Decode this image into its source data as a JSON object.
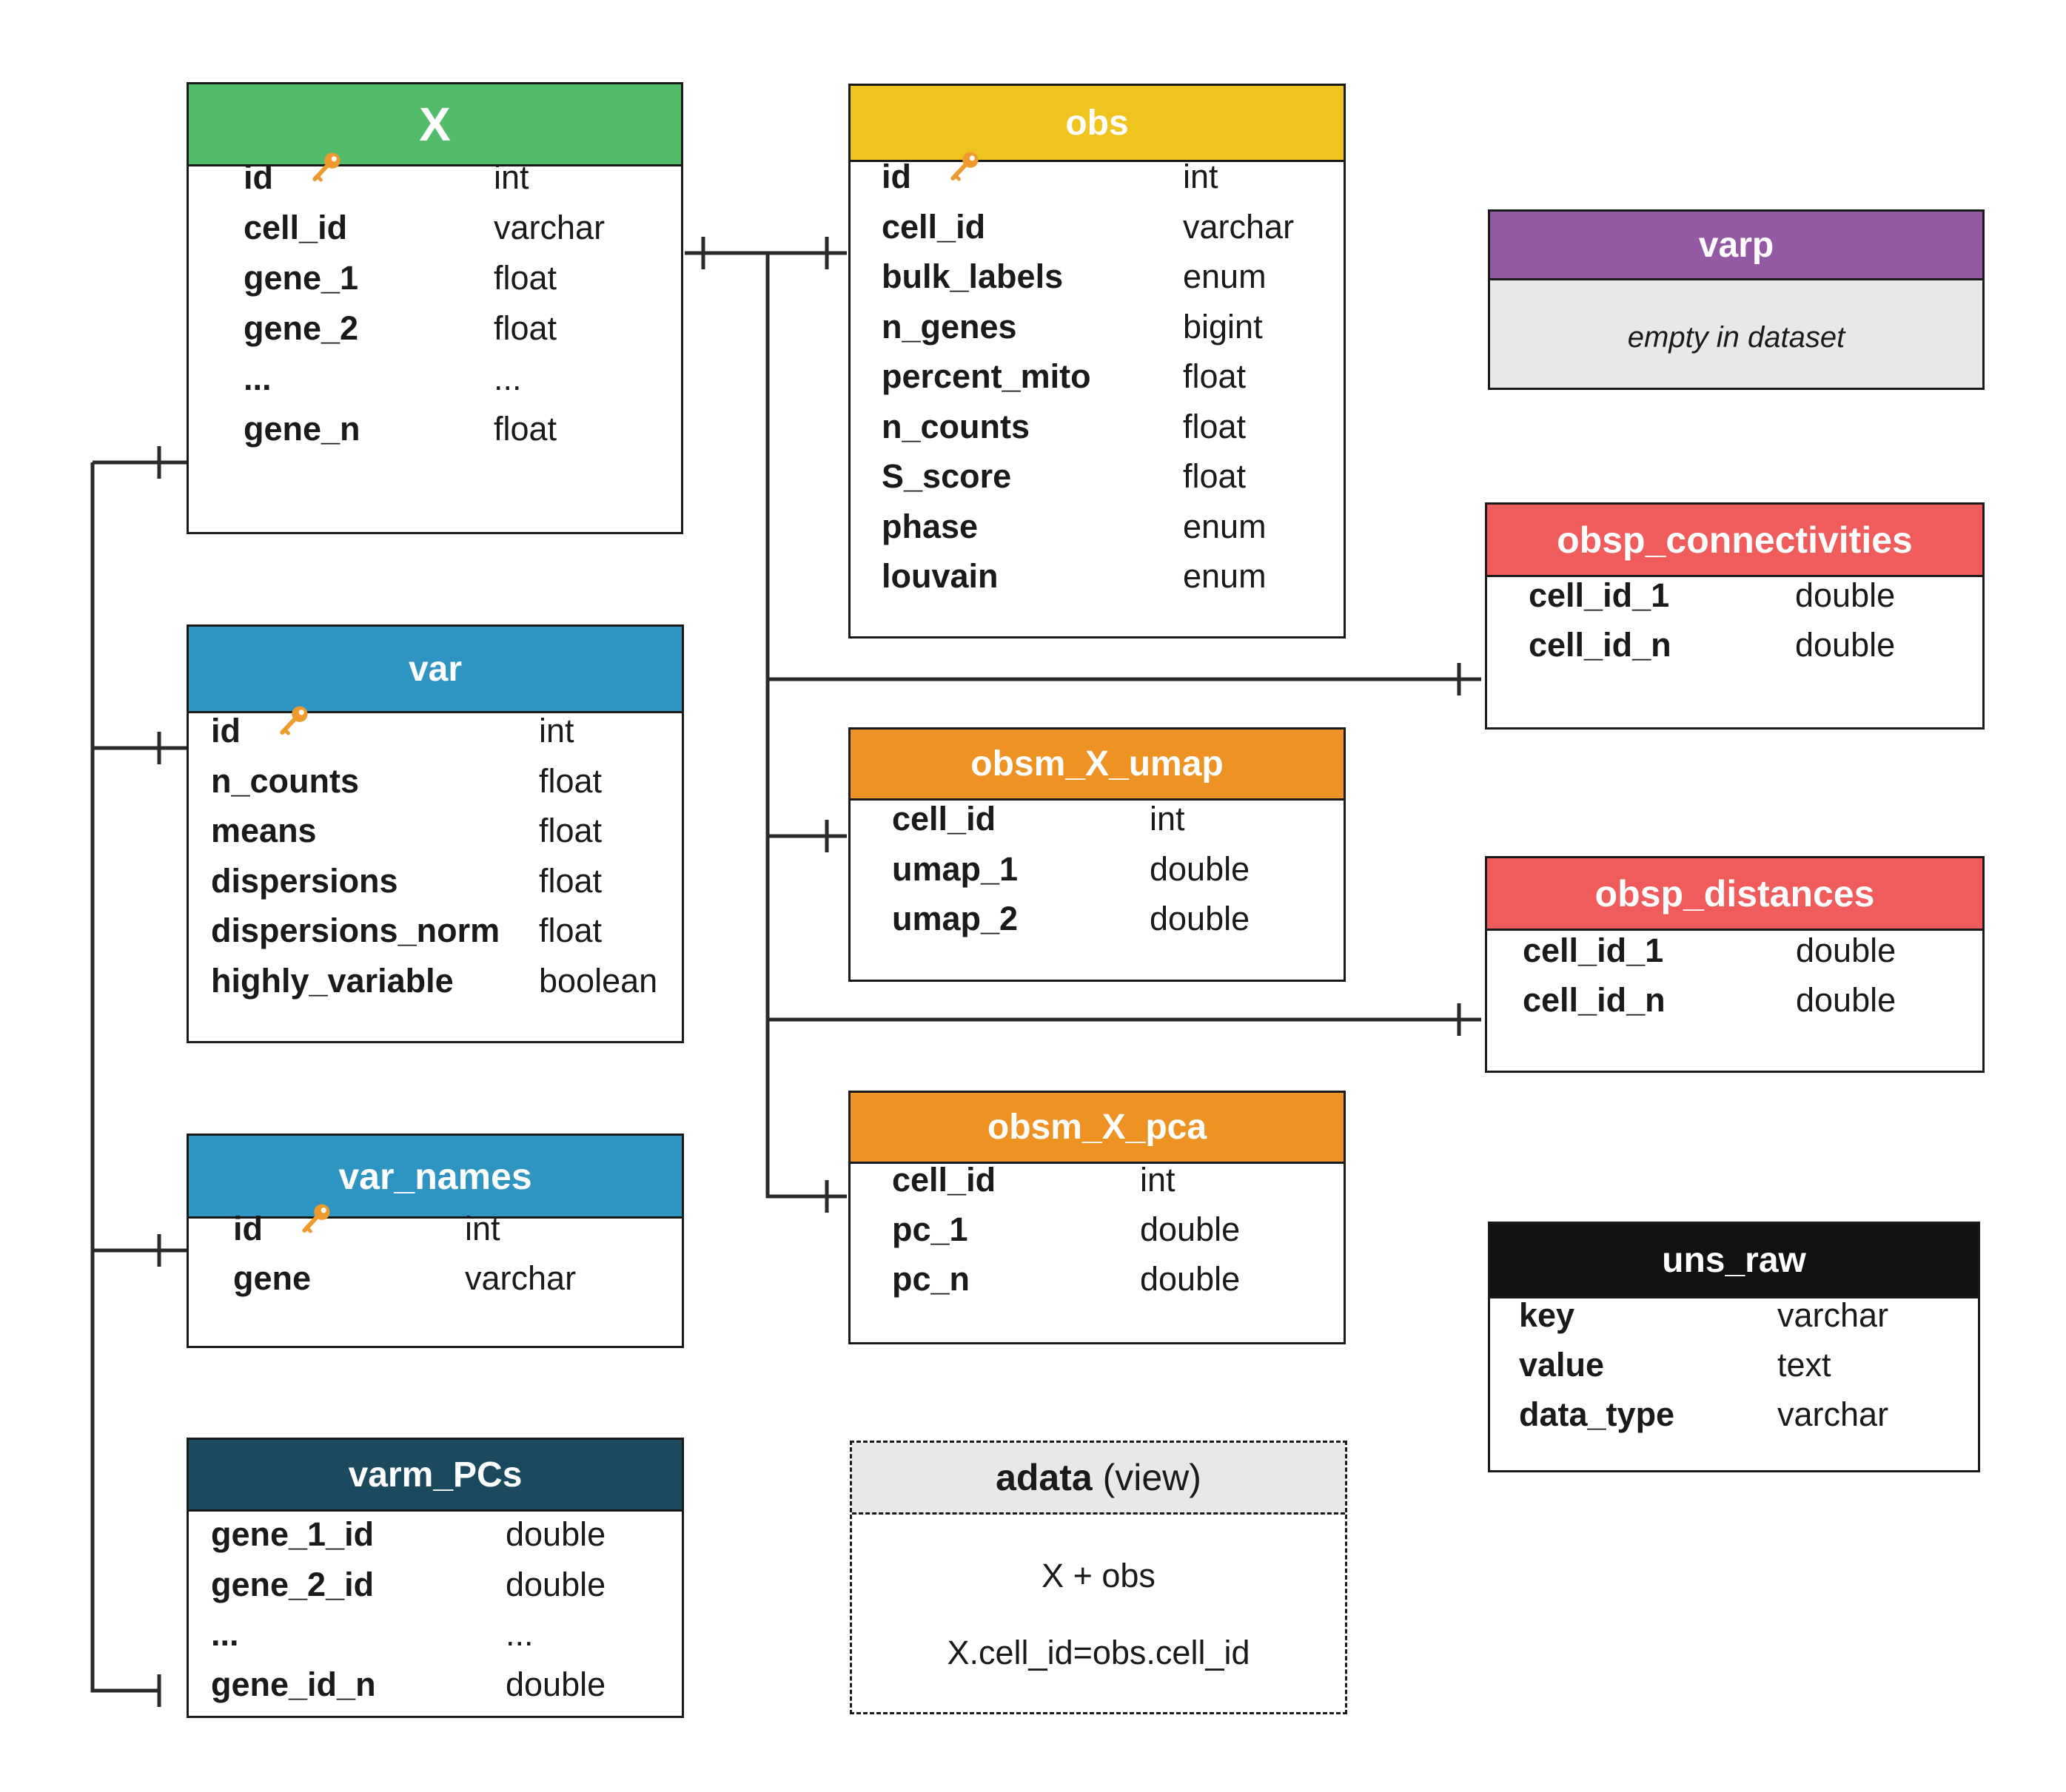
{
  "tables": {
    "X": {
      "title": "X",
      "color": "#52bc6b",
      "fields": [
        {
          "name": "id",
          "type": "int",
          "key": true
        },
        {
          "name": "cell_id",
          "type": "varchar"
        },
        {
          "name": "gene_1",
          "type": "float"
        },
        {
          "name": "gene_2",
          "type": "float"
        },
        {
          "name": "...",
          "type": "..."
        },
        {
          "name": "gene_n",
          "type": "float"
        }
      ]
    },
    "obs": {
      "title": "obs",
      "color": "#f0c41f",
      "fields": [
        {
          "name": "id",
          "type": "int",
          "key": true
        },
        {
          "name": "cell_id",
          "type": "varchar"
        },
        {
          "name": "bulk_labels",
          "type": "enum"
        },
        {
          "name": "n_genes",
          "type": "bigint"
        },
        {
          "name": "percent_mito",
          "type": "float"
        },
        {
          "name": "n_counts",
          "type": "float"
        },
        {
          "name": "S_score",
          "type": "float"
        },
        {
          "name": "phase",
          "type": "enum"
        },
        {
          "name": "louvain",
          "type": "enum"
        }
      ]
    },
    "varp": {
      "title": "varp",
      "color": "#9459a3",
      "note": "empty in dataset"
    },
    "obsp_connectivities": {
      "title": "obsp_connectivities",
      "color": "#f05c5c",
      "fields": [
        {
          "name": "cell_id_1",
          "type": "double"
        },
        {
          "name": "cell_id_n",
          "type": "double"
        }
      ]
    },
    "var": {
      "title": "var",
      "color": "#2e94c2",
      "fields": [
        {
          "name": "id",
          "type": "int",
          "key": true
        },
        {
          "name": "n_counts",
          "type": "float"
        },
        {
          "name": "means",
          "type": "float"
        },
        {
          "name": "dispersions",
          "type": "float"
        },
        {
          "name": "dispersions_norm",
          "type": "float"
        },
        {
          "name": "highly_variable",
          "type": "boolean"
        }
      ]
    },
    "obsm_X_umap": {
      "title": "obsm_X_umap",
      "color": "#ee9223",
      "fields": [
        {
          "name": "cell_id",
          "type": "int"
        },
        {
          "name": "umap_1",
          "type": "double"
        },
        {
          "name": "umap_2",
          "type": "double"
        }
      ]
    },
    "obsp_distances": {
      "title": "obsp_distances",
      "color": "#f05c5c",
      "fields": [
        {
          "name": "cell_id_1",
          "type": "double"
        },
        {
          "name": "cell_id_n",
          "type": "double"
        }
      ]
    },
    "var_names": {
      "title": "var_names",
      "color": "#2e94c2",
      "fields": [
        {
          "name": "id",
          "type": "int",
          "key": true
        },
        {
          "name": "gene",
          "type": "varchar"
        }
      ]
    },
    "obsm_X_pca": {
      "title": "obsm_X_pca",
      "color": "#ee9223",
      "fields": [
        {
          "name": "cell_id",
          "type": "int"
        },
        {
          "name": "pc_1",
          "type": "double"
        },
        {
          "name": "pc_n",
          "type": "double"
        }
      ]
    },
    "uns_raw": {
      "title": "uns_raw",
      "color": "#111111",
      "fields": [
        {
          "name": "key",
          "type": "varchar"
        },
        {
          "name": "value",
          "type": "text"
        },
        {
          "name": "data_type",
          "type": "varchar"
        }
      ]
    },
    "varm_PCs": {
      "title": "varm_PCs",
      "color": "#1b4a5e",
      "fields": [
        {
          "name": "gene_1_id",
          "type": "double"
        },
        {
          "name": "gene_2_id",
          "type": "double"
        },
        {
          "name": "...",
          "type": "..."
        },
        {
          "name": "gene_id_n",
          "type": "double"
        }
      ]
    }
  },
  "view": {
    "title": "adata",
    "suffix": " (view)",
    "line1": "X + obs",
    "line2": "X.cell_id=obs.cell_id"
  },
  "colors": {
    "line": "#1a1a1a",
    "key_icon": "#ee9a2d",
    "view_header": "#e8e8e8"
  }
}
